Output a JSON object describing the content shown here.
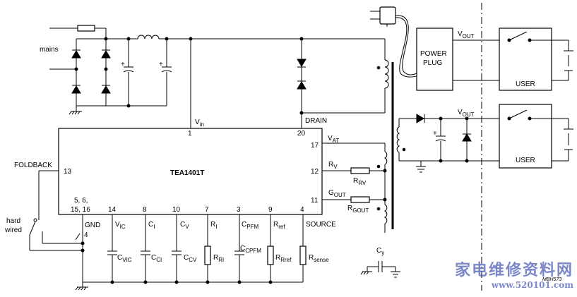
{
  "chip": {
    "name": "TEA1401T"
  },
  "labels": {
    "mains": "mains",
    "vin": "V",
    "vin_sub": "in",
    "drain": "DRAIN",
    "vat": "V",
    "vat_sub": "AT",
    "rv": "R",
    "rv_sub": "V",
    "rrv": "R",
    "rrv_sub": "RV",
    "gout": "G",
    "gout_sub": "OUT",
    "rgout": "R",
    "rgout_sub": "GOUT",
    "foldback": "FOLDBACK",
    "hard": "hard",
    "wired": "wired",
    "gnd": "GND",
    "vic": "V",
    "vic_sub": "IC",
    "ci": "C",
    "ci_sub": "I",
    "cv": "C",
    "cv_sub": "V",
    "ri": "R",
    "ri_sub": "I",
    "cpfm": "C",
    "cpfm_sub": "PFM",
    "rref": "R",
    "rref_sub": "ref",
    "source": "SOURCE",
    "cvic": "C",
    "cvic_sub": "VIC",
    "cci": "C",
    "cci_sub": "CI",
    "ccv": "C",
    "ccv_sub": "CV",
    "rri": "R",
    "rri_sub": "RI",
    "ccpfm": "C",
    "ccpfm_sub": "CPFM",
    "rrref": "R",
    "rrref_sub": "Rref",
    "rsense": "R",
    "rsense_sub": "sense",
    "cy": "C",
    "cy_sub": "y",
    "power_plug_1": "POWER",
    "power_plug_2": "PLUG",
    "vout1": "V",
    "vout1_sub": "OUT",
    "vout2": "V",
    "vout2_sub": "OUT",
    "user1": "USER",
    "user2": "USER",
    "ref_code": "MBH573",
    "wire_4": "4"
  },
  "pins": {
    "p1": "1",
    "p20": "20",
    "p17": "17",
    "p13": "13",
    "p12": "12",
    "p11": "11",
    "p5": "5, 6,",
    "p15": "15, 16",
    "p14": "14",
    "p8": "8",
    "p10": "10",
    "p7": "7",
    "p3": "3",
    "p9": "9",
    "p4": "4"
  },
  "watermark": {
    "line1": "家电维修资料网",
    "line2": "www.520101.com"
  }
}
